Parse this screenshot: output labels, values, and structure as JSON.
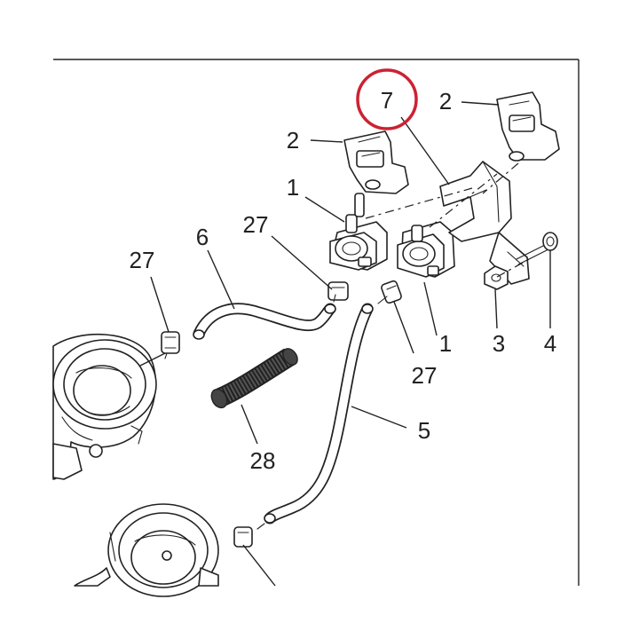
{
  "diagram": {
    "callouts": {
      "c_7": "7",
      "c_2_right": "2",
      "c_2_left": "2",
      "c_1_top": "1",
      "c_6": "6",
      "c_27_mid": "27",
      "c_27_left": "27",
      "c_1_bottom": "1",
      "c_3": "3",
      "c_4": "4",
      "c_27_bottom": "27",
      "c_5": "5",
      "c_28": "28"
    },
    "highlight_color": "#cc2233",
    "line_color": "#222222"
  }
}
